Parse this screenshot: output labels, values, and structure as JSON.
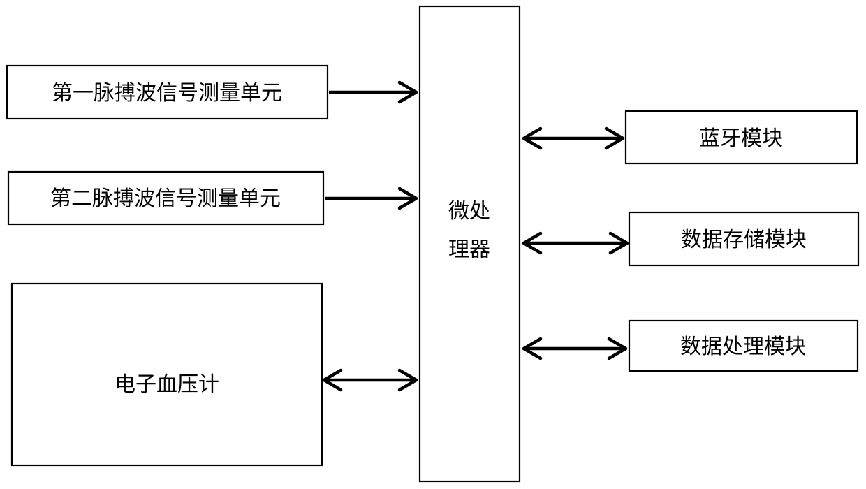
{
  "diagram": {
    "nodes": {
      "pulse1": {
        "label": "第一脉搏波信号测量单元"
      },
      "pulse2": {
        "label": "第二脉搏波信号测量单元"
      },
      "bp_meter": {
        "label": "电子血压计"
      },
      "mcu": {
        "label_line1": "微处",
        "label_line2": "理器"
      },
      "bluetooth": {
        "label": "蓝牙模块"
      },
      "storage": {
        "label": "数据存储模块"
      },
      "processing": {
        "label": "数据处理模块"
      }
    },
    "edges": [
      {
        "from": "pulse1",
        "to": "mcu",
        "direction": "one-way"
      },
      {
        "from": "pulse2",
        "to": "mcu",
        "direction": "one-way"
      },
      {
        "from": "bp_meter",
        "to": "mcu",
        "direction": "two-way"
      },
      {
        "from": "mcu",
        "to": "bluetooth",
        "direction": "two-way"
      },
      {
        "from": "mcu",
        "to": "storage",
        "direction": "two-way"
      },
      {
        "from": "mcu",
        "to": "processing",
        "direction": "two-way"
      }
    ],
    "colors": {
      "stroke": "#000000",
      "background": "#ffffff",
      "text": "#000000"
    }
  }
}
